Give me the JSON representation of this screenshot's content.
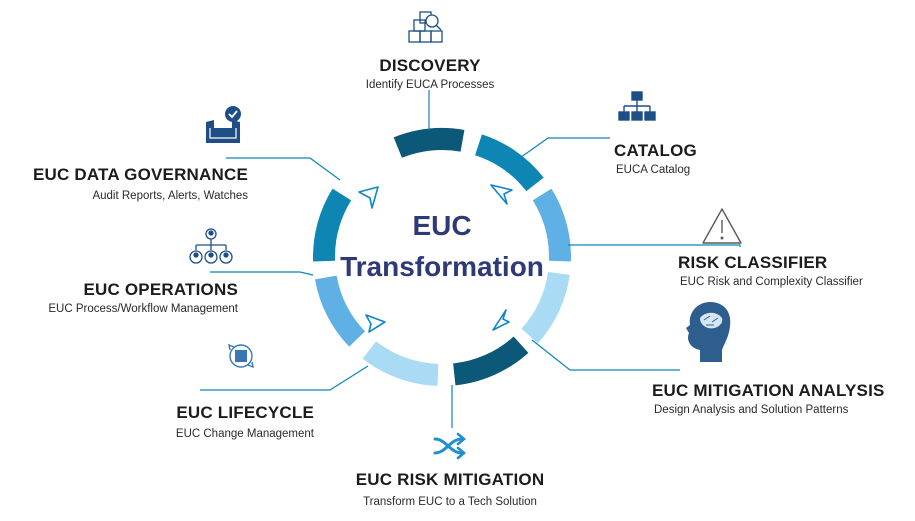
{
  "center": {
    "line1": "EUC",
    "line2": "Transformation"
  },
  "colors": {
    "title": "#2e3a78",
    "ring_dark": "#0b5878",
    "ring_mid": "#0e86b4",
    "ring_light": "#5fb0e4",
    "ring_pale": "#a9dbf5",
    "accent": "#0e86c6",
    "leader": "#0e86b4"
  },
  "nodes": {
    "discovery": {
      "title": "DISCOVERY",
      "subtitle": "Identify EUCA Processes",
      "icon": "boxes-search-icon"
    },
    "catalog": {
      "title": "CATALOG",
      "subtitle": "EUCA Catalog",
      "icon": "org-chart-icon"
    },
    "risk_classifier": {
      "title": "RISK CLASSIFIER",
      "subtitle": "EUC Risk and Complexity Classifier",
      "icon": "warning-icon"
    },
    "mitigation_analysis": {
      "title": "EUC MITIGATION ANALYSIS",
      "subtitle": "Design Analysis and Solution Patterns",
      "icon": "brain-head-icon"
    },
    "risk_mitigation": {
      "title": "EUC RISK MITIGATION",
      "subtitle": "Transform EUC to a Tech Solution",
      "icon": "shuffle-icon"
    },
    "lifecycle": {
      "title": "EUC LIFECYCLE",
      "subtitle": "EUC Change Management",
      "icon": "cycle-box-icon"
    },
    "operations": {
      "title": "EUC OPERATIONS",
      "subtitle": "EUC Process/Workflow Management",
      "icon": "team-hierarchy-icon"
    },
    "data_governance": {
      "title": "EUC DATA GOVERNANCE",
      "subtitle": "Audit Reports, Alerts, Watches",
      "icon": "inbox-check-icon"
    }
  }
}
